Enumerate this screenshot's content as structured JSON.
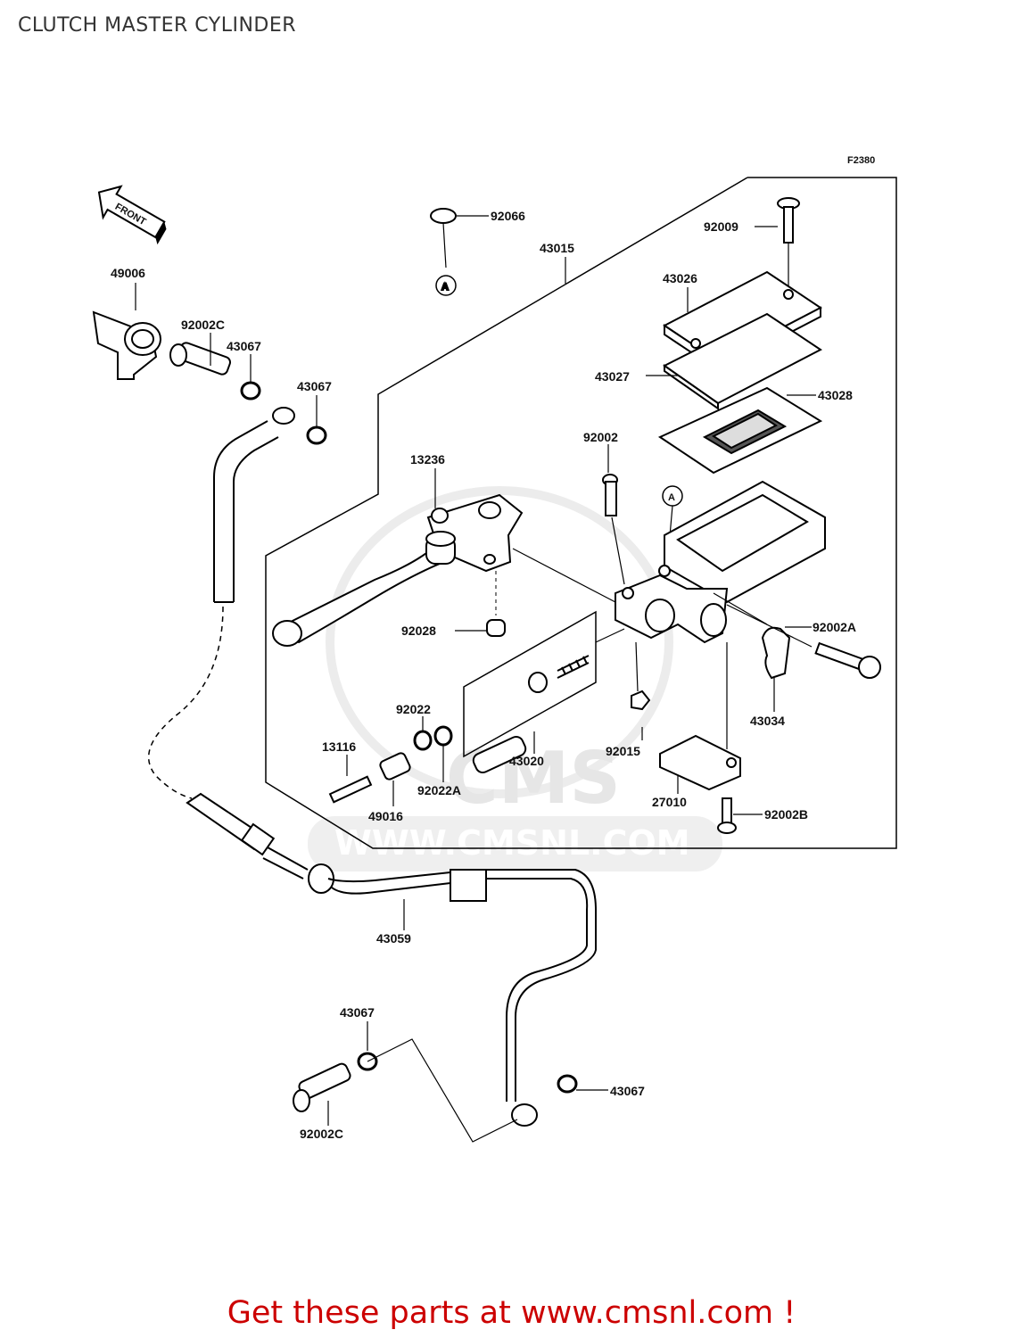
{
  "title": "CLUTCH MASTER CYLINDER",
  "figure_id": "F2380",
  "front_label": "FRONT",
  "ref_marker": "A",
  "watermark": {
    "brand": "CMS",
    "url": "WWW.CMSNL.COM"
  },
  "footer": {
    "text": "Get these parts at www.cmsnl.com !",
    "color": "#cc0000"
  },
  "part_labels": {
    "p49006": "49006",
    "p92002c_top": "92002C",
    "p43067_a": "43067",
    "p43067_b": "43067",
    "p92066": "92066",
    "p43015": "43015",
    "p92009": "92009",
    "p43026": "43026",
    "p43027": "43027",
    "p43028": "43028",
    "p92002": "92002",
    "p13236": "13236",
    "p92028": "92028",
    "p92002a": "92002A",
    "p43034": "43034",
    "p92022": "92022",
    "p13116": "13116",
    "p43020": "43020",
    "p92015": "92015",
    "p92022a": "92022A",
    "p49016": "49016",
    "p27010": "27010",
    "p92002b": "92002B",
    "p43059": "43059",
    "p43067_c": "43067",
    "p43067_d": "43067",
    "p92002c_bot": "92002C"
  }
}
